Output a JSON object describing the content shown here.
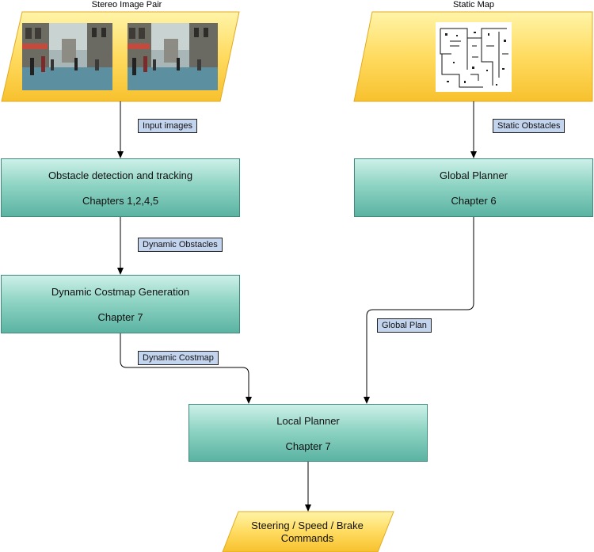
{
  "inputs": {
    "stereo_title": "Stereo Image Pair",
    "map_title": "Static Map"
  },
  "blocks": {
    "obstacle": {
      "title": "Obstacle detection and tracking",
      "subtitle": "Chapters 1,2,4,5"
    },
    "global": {
      "title": "Global Planner",
      "subtitle": "Chapter 6"
    },
    "costmap": {
      "title": "Dynamic Costmap Generation",
      "subtitle": "Chapter 7"
    },
    "local": {
      "title": "Local Planner",
      "subtitle": "Chapter 7"
    }
  },
  "edge_labels": {
    "input_images": "Input images",
    "static_obstacles": "Static Obstacles",
    "dynamic_obstacles": "Dynamic Obstacles",
    "global_plan": "Global Plan",
    "dynamic_costmap": "Dynamic Costmap"
  },
  "output": {
    "line1": "Steering / Speed / Brake",
    "line2": "Commands"
  },
  "colors": {
    "io_fill": "#ffd54f",
    "process_fill": "#5bb3a2",
    "tag_fill": "#c3d4ef"
  }
}
